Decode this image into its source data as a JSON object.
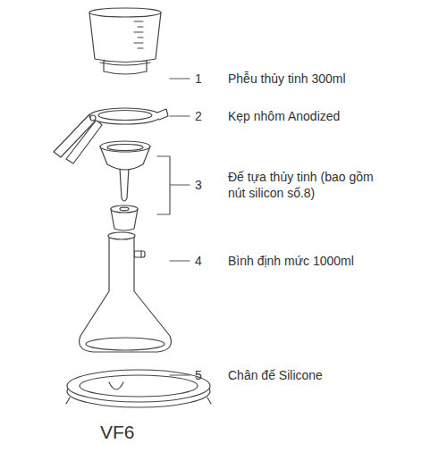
{
  "diagram": {
    "labels": [
      "1",
      "Phễu thủy tinh 300ml",
      "2",
      "Kẹp nhôm Anodized",
      "3",
      "Đế tựa thủy tinh (bao gồm nút silicon số.8)",
      "4",
      "Bình định mức 1000ml",
      "5",
      "Chân đế Silicone",
      "VF6"
    ]
  }
}
